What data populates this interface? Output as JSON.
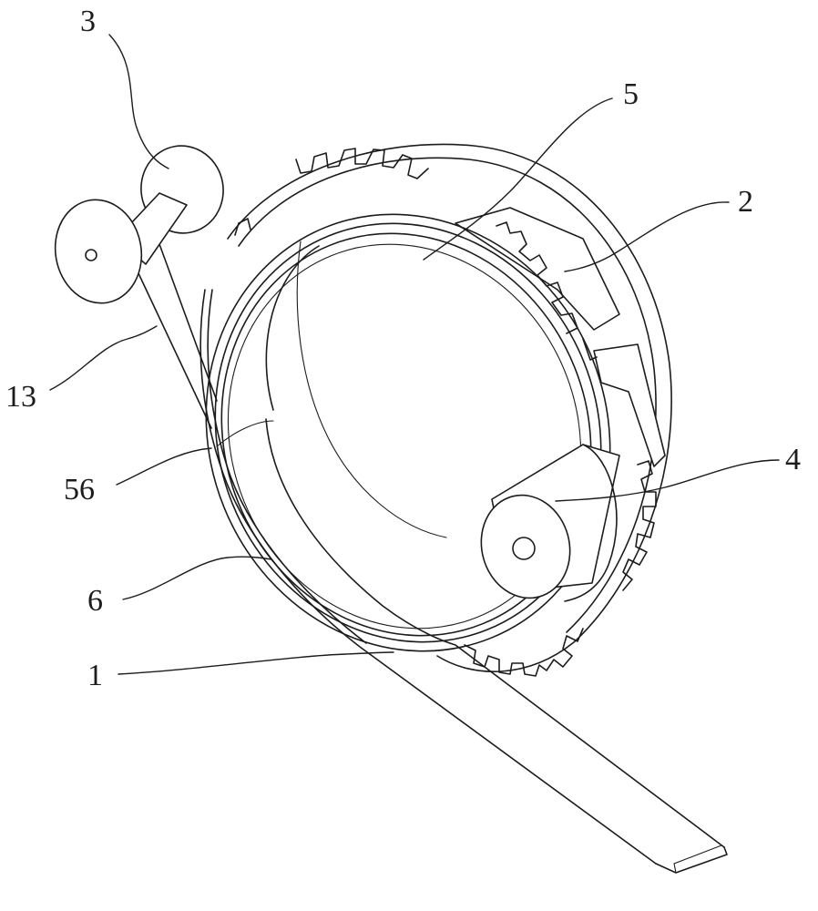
{
  "labels": {
    "part_3": "3",
    "part_5": "5",
    "part_2": "2",
    "part_13": "13",
    "part_4": "4",
    "part_56": "56",
    "part_6": "6",
    "part_1": "1"
  }
}
